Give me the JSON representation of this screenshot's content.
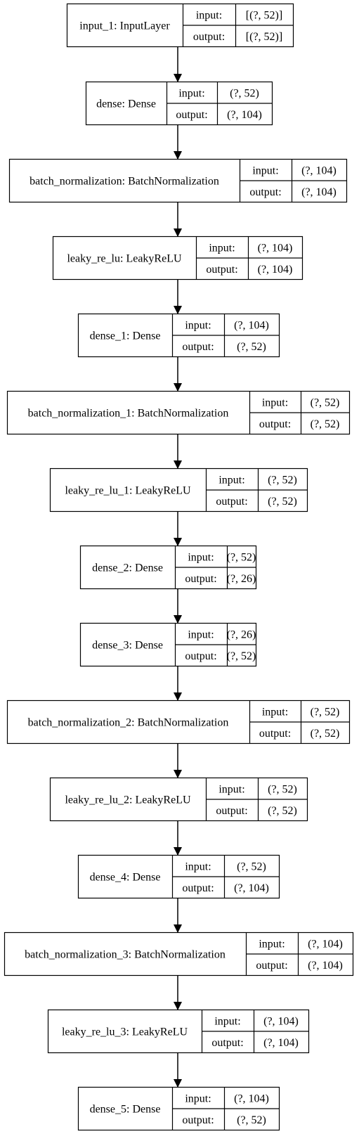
{
  "diagram": {
    "input_label": "input:",
    "output_label": "output:",
    "layers": [
      {
        "name": "input_1: InputLayer",
        "input": "[(?, 52)]",
        "output": "[(?, 52)]"
      },
      {
        "name": "dense: Dense",
        "input": "(?, 52)",
        "output": "(?, 104)"
      },
      {
        "name": "batch_normalization: BatchNormalization",
        "input": "(?, 104)",
        "output": "(?, 104)"
      },
      {
        "name": "leaky_re_lu: LeakyReLU",
        "input": "(?, 104)",
        "output": "(?, 104)"
      },
      {
        "name": "dense_1: Dense",
        "input": "(?, 104)",
        "output": "(?, 52)"
      },
      {
        "name": "batch_normalization_1: BatchNormalization",
        "input": "(?, 52)",
        "output": "(?, 52)"
      },
      {
        "name": "leaky_re_lu_1: LeakyReLU",
        "input": "(?, 52)",
        "output": "(?, 52)"
      },
      {
        "name": "dense_2: Dense",
        "input": "(?, 52)",
        "output": "(?, 26)"
      },
      {
        "name": "dense_3: Dense",
        "input": "(?, 26)",
        "output": "(?, 52)"
      },
      {
        "name": "batch_normalization_2: BatchNormalization",
        "input": "(?, 52)",
        "output": "(?, 52)"
      },
      {
        "name": "leaky_re_lu_2: LeakyReLU",
        "input": "(?, 52)",
        "output": "(?, 52)"
      },
      {
        "name": "dense_4: Dense",
        "input": "(?, 52)",
        "output": "(?, 104)"
      },
      {
        "name": "batch_normalization_3: BatchNormalization",
        "input": "(?, 104)",
        "output": "(?, 104)"
      },
      {
        "name": "leaky_re_lu_3: LeakyReLU",
        "input": "(?, 104)",
        "output": "(?, 104)"
      },
      {
        "name": "dense_5: Dense",
        "input": "(?, 104)",
        "output": "(?, 52)"
      }
    ]
  }
}
